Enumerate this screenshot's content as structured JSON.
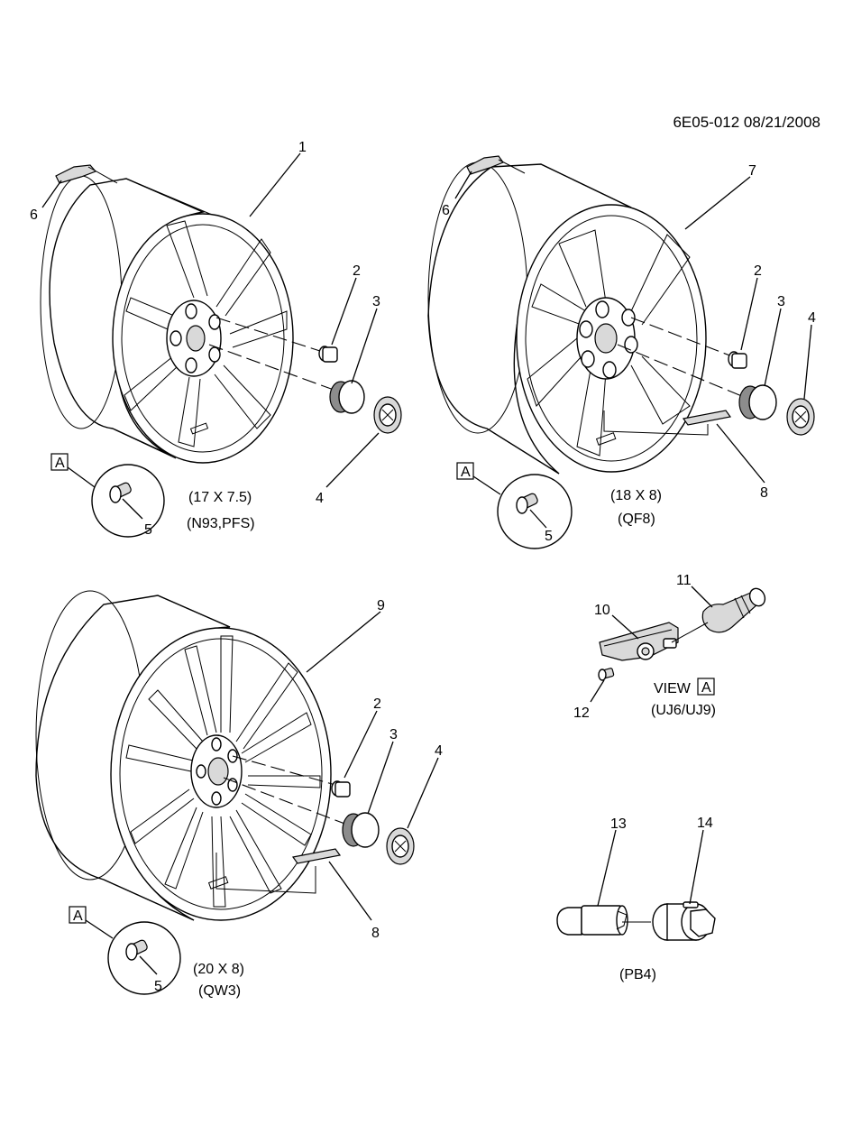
{
  "header": {
    "ref": "6E05-012  08/21/2008"
  },
  "callouts": {
    "c1": "1",
    "c2a": "2",
    "c3a": "3",
    "c4a": "4",
    "c5a": "5",
    "c6a": "6",
    "c7": "7",
    "c2b": "2",
    "c3b": "3",
    "c4b": "4",
    "c5b": "5",
    "c6b": "6",
    "c8b": "8",
    "c9": "9",
    "c2c": "2",
    "c3c": "3",
    "c4c": "4",
    "c5c": "5",
    "c8c": "8",
    "c10": "10",
    "c11": "11",
    "c12": "12",
    "c13": "13",
    "c14": "14"
  },
  "view_markers": {
    "a1": "A",
    "a2": "A",
    "a3": "A",
    "a4": "A"
  },
  "wheels": {
    "w1": {
      "size": "(17 X 7.5)",
      "code": "(N93,PFS)"
    },
    "w2": {
      "size": "(18 X 8)",
      "code": "(QF8)"
    },
    "w3": {
      "size": "(20 X 8)",
      "code": "(QW3)"
    }
  },
  "view_a": {
    "title": "VIEW",
    "code": "(UJ6/UJ9)"
  },
  "locks": {
    "code": "(PB4)"
  }
}
